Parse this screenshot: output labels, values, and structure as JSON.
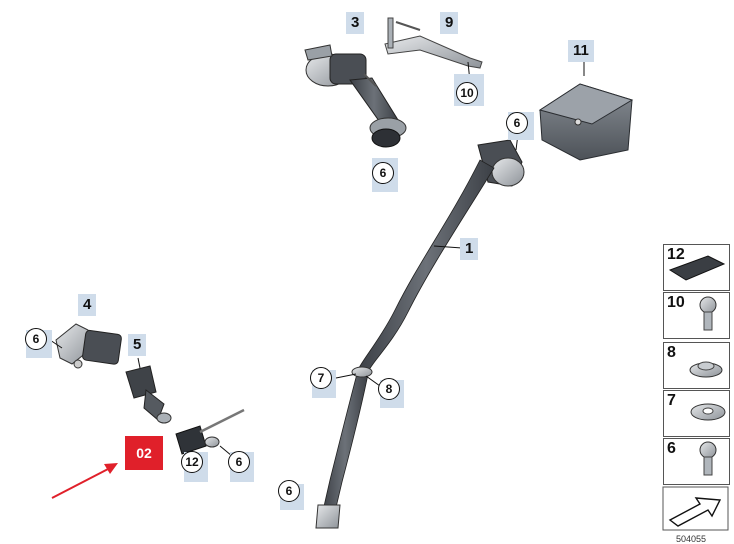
{
  "diagram": {
    "top_labels": {
      "label_3": "3",
      "label_9": "9",
      "label_10": "10",
      "label_11": "11",
      "label_6_top": "6",
      "label_6_upper_right": "6",
      "label_1": "1",
      "label_4": "4",
      "label_5": "5",
      "label_6_left": "6",
      "label_7": "7",
      "label_8": "8",
      "label_12": "12",
      "label_6_buckle": "6",
      "label_6_bottom": "6"
    },
    "badge": "02",
    "legend": [
      {
        "num": "12",
        "icon": "pad-icon"
      },
      {
        "num": "10",
        "icon": "bolt-icon"
      },
      {
        "num": "8",
        "icon": "nut-icon"
      },
      {
        "num": "7",
        "icon": "washer-icon"
      },
      {
        "num": "6",
        "icon": "bolt-icon"
      }
    ],
    "footer_code": "504055",
    "colors": {
      "label_bg": "#cfdcea",
      "part_dark": "#4a4e54",
      "part_mid": "#7c8289",
      "badge_red": "#e0202a",
      "arrow_red": "#e0202a"
    }
  }
}
